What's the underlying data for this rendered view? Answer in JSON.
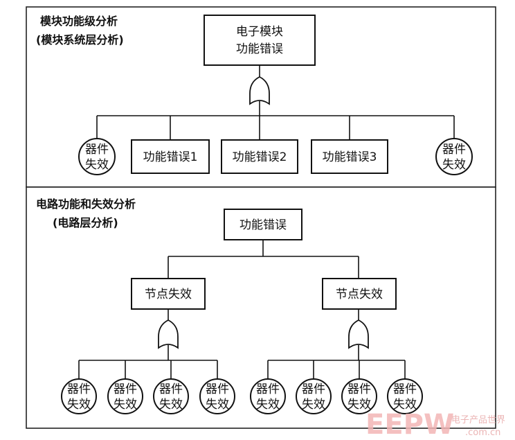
{
  "top_section": {
    "title_line1": "模块功能级分析",
    "title_line2": "(模块系统层分析)",
    "root_line1": "电子模块",
    "root_line2": "功能错误",
    "children": [
      {
        "kind": "circle",
        "line1": "器件",
        "line2": "失效"
      },
      {
        "kind": "box",
        "label": "功能错误1"
      },
      {
        "kind": "box",
        "label": "功能错误2"
      },
      {
        "kind": "box",
        "label": "功能错误3"
      },
      {
        "kind": "circle",
        "line1": "器件",
        "line2": "失效"
      }
    ]
  },
  "bottom_section": {
    "title_line1": "电路功能和失效分析",
    "title_line2": "(电路层分析)",
    "root_label": "功能错误",
    "nodes": [
      {
        "label": "节点失效",
        "leaves": [
          {
            "line1": "器件",
            "line2": "失效"
          },
          {
            "line1": "器件",
            "line2": "失效"
          },
          {
            "line1": "器件",
            "line2": "失效"
          },
          {
            "line1": "器件",
            "line2": "失效"
          }
        ]
      },
      {
        "label": "节点失效",
        "leaves": [
          {
            "line1": "器件",
            "line2": "失效"
          },
          {
            "line1": "器件",
            "line2": "失效"
          },
          {
            "line1": "器件",
            "line2": "失效"
          },
          {
            "line1": "器件",
            "line2": "失效"
          }
        ]
      }
    ]
  },
  "watermark": {
    "logo": "EEPW",
    "sub": "电子产品世界",
    "url": ".com.cn"
  }
}
